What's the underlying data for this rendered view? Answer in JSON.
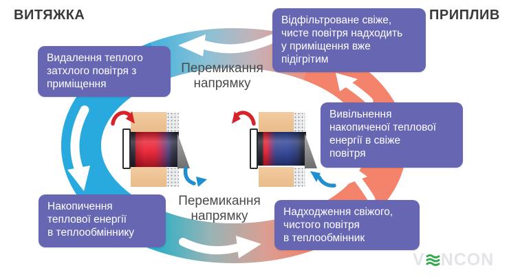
{
  "headers": {
    "left": "ВИТЯЖКА",
    "right": "ПРИПЛИВ"
  },
  "cycle": {
    "switch_top": "Перемикання\nнапрямку",
    "switch_bottom": "Перемикання\nнапрямку",
    "boxes": [
      {
        "id": "exhaust-removal",
        "text": "Видалення теплого\nзатхлого повітря з\nприміщення"
      },
      {
        "id": "supply-filtered",
        "text": "Відфільтроване свіже,\nчисте повітря надходить\nу приміщення вже\nпідігрітим"
      },
      {
        "id": "heat-release",
        "text": "Вивільнення\nнакопиченої теплової\nенергії в свіже\nповітря"
      },
      {
        "id": "heat-accumulation",
        "text": "Накопичення\nтеплової енергії\nв теплообміннику"
      },
      {
        "id": "fresh-intake",
        "text": "Надходження свіжого,\nчистого повітря\nв теплообмінник"
      }
    ]
  },
  "logo": {
    "prefix": "V",
    "suffix": "NCON",
    "symbol": "wave-e-icon"
  },
  "colors": {
    "step_box_purple": "#6766b3",
    "exhaust_cyan": "#29aade",
    "supply_salmon": "#f3836a",
    "hot_cylinder_red": "#e11b2c",
    "cold_cylinder_blue": "#2b3f96",
    "wall_tan": "#eec497",
    "heading_gray": "#3a3a3a",
    "logo_green": "#35a94b"
  }
}
